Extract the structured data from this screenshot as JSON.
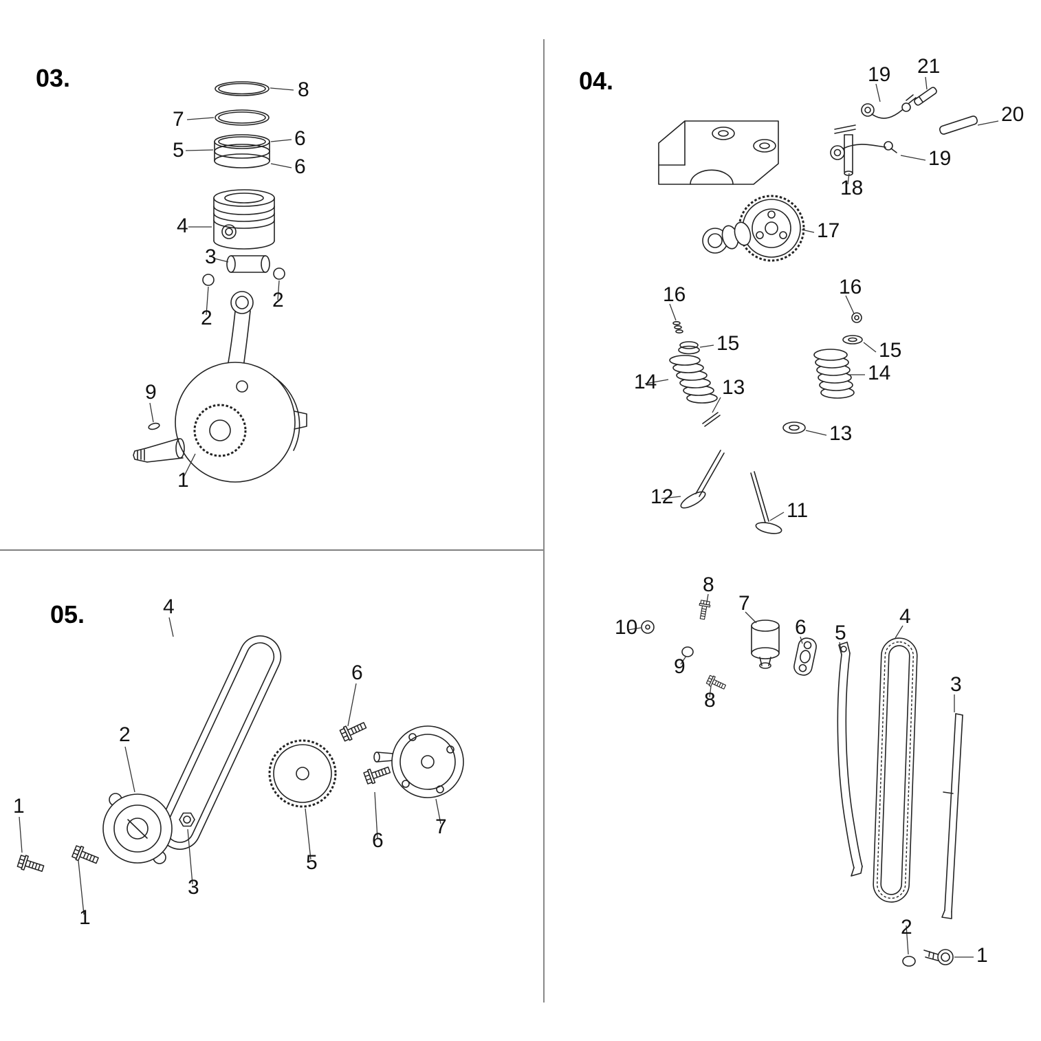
{
  "page": {
    "background": "#ffffff",
    "line_color": "#222222"
  },
  "sections": {
    "s03": {
      "title": "03.",
      "callouts": [
        "8",
        "7",
        "6",
        "5",
        "6",
        "4",
        "3",
        "2",
        "2",
        "9",
        "1"
      ]
    },
    "s04": {
      "title": "04.",
      "callouts_head": [
        "19",
        "21",
        "20",
        "19",
        "18",
        "17",
        "16",
        "16",
        "15",
        "15",
        "14",
        "14",
        "13",
        "13",
        "12",
        "11"
      ],
      "callouts_chain": [
        "8",
        "7",
        "10",
        "9",
        "8",
        "6",
        "5",
        "4",
        "3",
        "2",
        "1"
      ]
    },
    "s05": {
      "title": "05.",
      "callouts": [
        "4",
        "2",
        "6",
        "6",
        "7",
        "5",
        "3",
        "1",
        "1"
      ]
    }
  }
}
